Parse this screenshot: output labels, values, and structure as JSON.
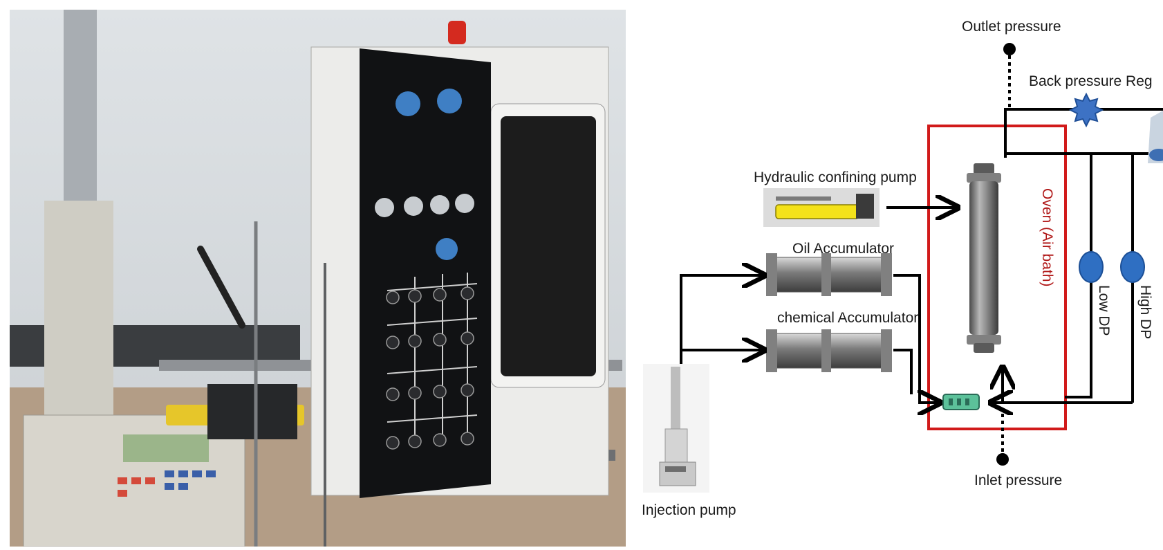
{
  "diagram": {
    "labels": {
      "outlet_pressure": "Outlet pressure",
      "back_pressure": "Back pressure Reg",
      "hydraulic_pump": "Hydraulic confining pump",
      "oil_accumulator": "Oil Accumulator",
      "chemical_accumulator": "chemical Accumulator",
      "oven": "Oven (Air bath)",
      "low_dp": "Low DP",
      "high_dp": "High DP",
      "inlet_pressure": "Inlet pressure",
      "injection_pump": "Injection pump"
    },
    "colors": {
      "oven_border": "#d11a1a",
      "oven_text": "#b01818",
      "transducer": "#2f6fc2",
      "pump_yellow": "#f4e21a",
      "lines": "#000000"
    }
  }
}
